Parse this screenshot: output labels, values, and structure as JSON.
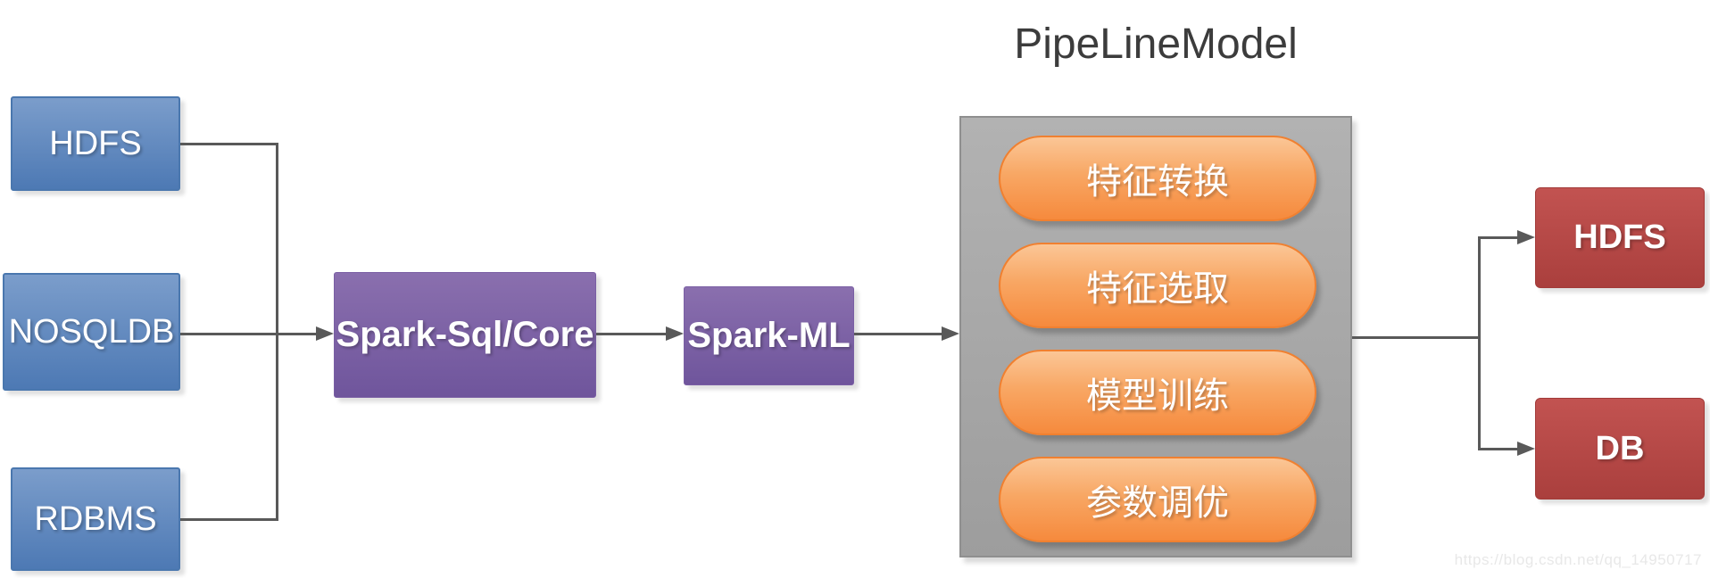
{
  "title": "PipeLineModel",
  "sources": [
    "HDFS",
    "NOSQLDB",
    "RDBMS"
  ],
  "engines": [
    "Spark-Sql/Core",
    "Spark-ML"
  ],
  "stages": [
    "特征转换",
    "特征选取",
    "模型训练",
    "参数调优"
  ],
  "outputs": [
    "HDFS",
    "DB"
  ],
  "watermark": "https://blog.csdn.net/qq_14950717",
  "colors": {
    "source_blue_top": "#7b9dcb",
    "source_blue_bottom": "#4d79b4",
    "engine_purple_top": "#8a6fae",
    "engine_purple_bottom": "#6f559c",
    "stage_orange_top": "#fbc696",
    "stage_orange_bottom": "#f68a3d",
    "output_red_top": "#c25351",
    "output_red_bottom": "#aa3f3d",
    "container_gray": "#a8a8a8",
    "connector_gray": "#595959",
    "title_text": "#3c3c3c",
    "watermark_text": "#e8e8e8"
  }
}
